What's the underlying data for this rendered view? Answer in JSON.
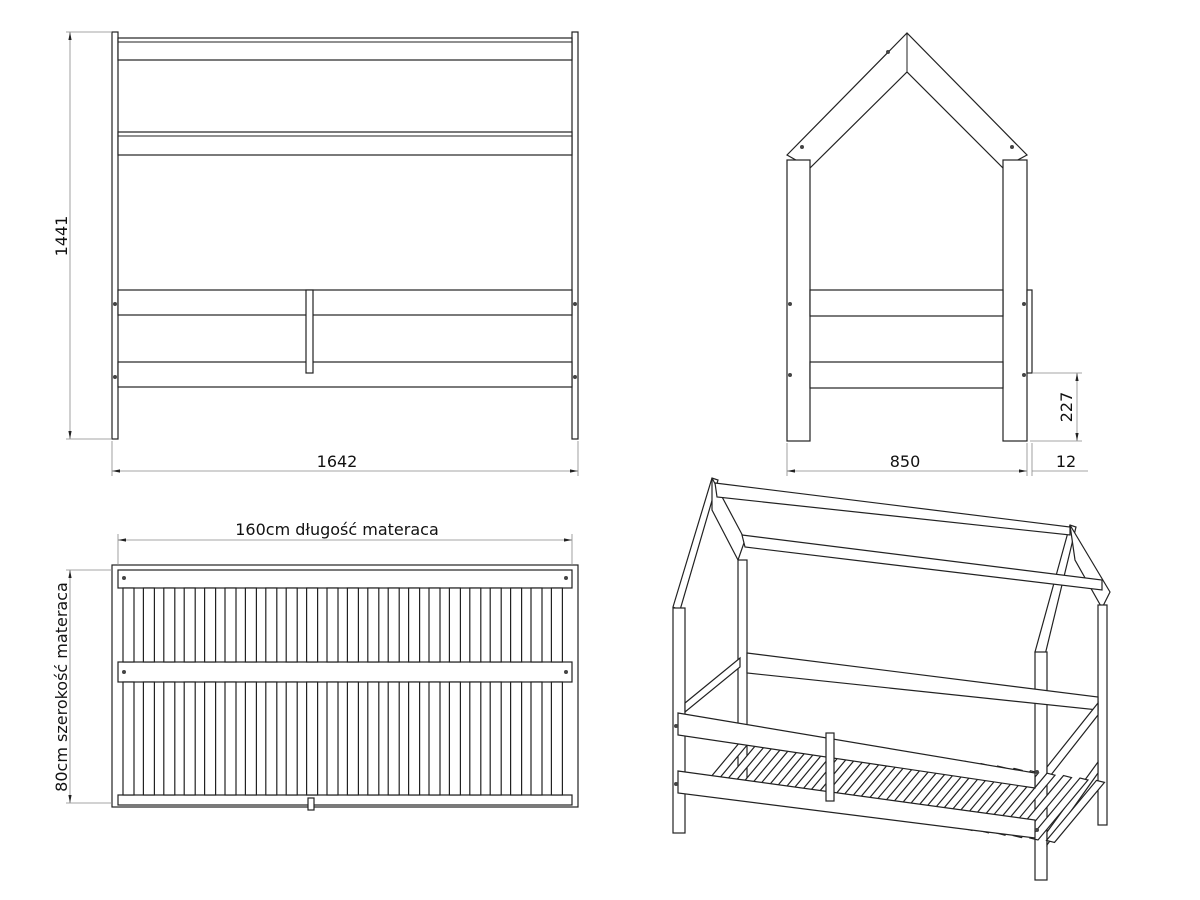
{
  "front_view": {
    "height_label": "1441",
    "width_label": "1642"
  },
  "side_view": {
    "width_label": "850",
    "guard_label": "12",
    "rail_height_label": "227"
  },
  "top_view": {
    "length_label": "160cm długość materaca",
    "width_label": "80cm szerokość materaca"
  },
  "colors": {
    "line": "#222222",
    "dimension": "#888888"
  }
}
